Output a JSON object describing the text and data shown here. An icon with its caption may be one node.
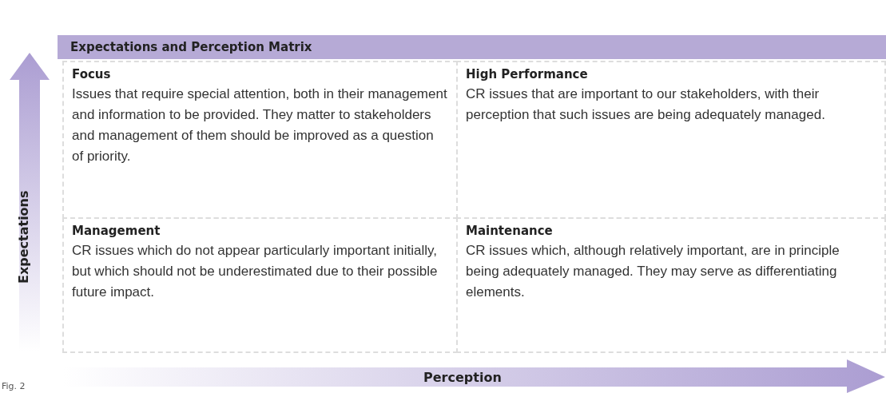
{
  "diagram": {
    "title": "Expectations and Perception Matrix",
    "nodes": [
      {
        "text": [
          "Focus",
          "Issues that require special attention, both in their management and information to be provided. They matter to stakeholders and management of them should be improved as a question of priority."
        ]
      },
      {
        "text": [
          "High Performance",
          "CR issues that are important to our stakeholders, with their perception that such issues are being adequately managed."
        ]
      },
      {
        "text": [
          "Management",
          "CR issues which do not appear particularly important initially, but which should not be underestimated due to their possible future impact."
        ]
      },
      {
        "text": [
          "Maintenance",
          "CR issues which, although relatively important, are in principle being adequately managed. They may serve as differentiating elements."
        ]
      }
    ],
    "edges": [],
    "labels": [
      "Expectations",
      "Perception",
      "Fig. 2"
    ]
  }
}
